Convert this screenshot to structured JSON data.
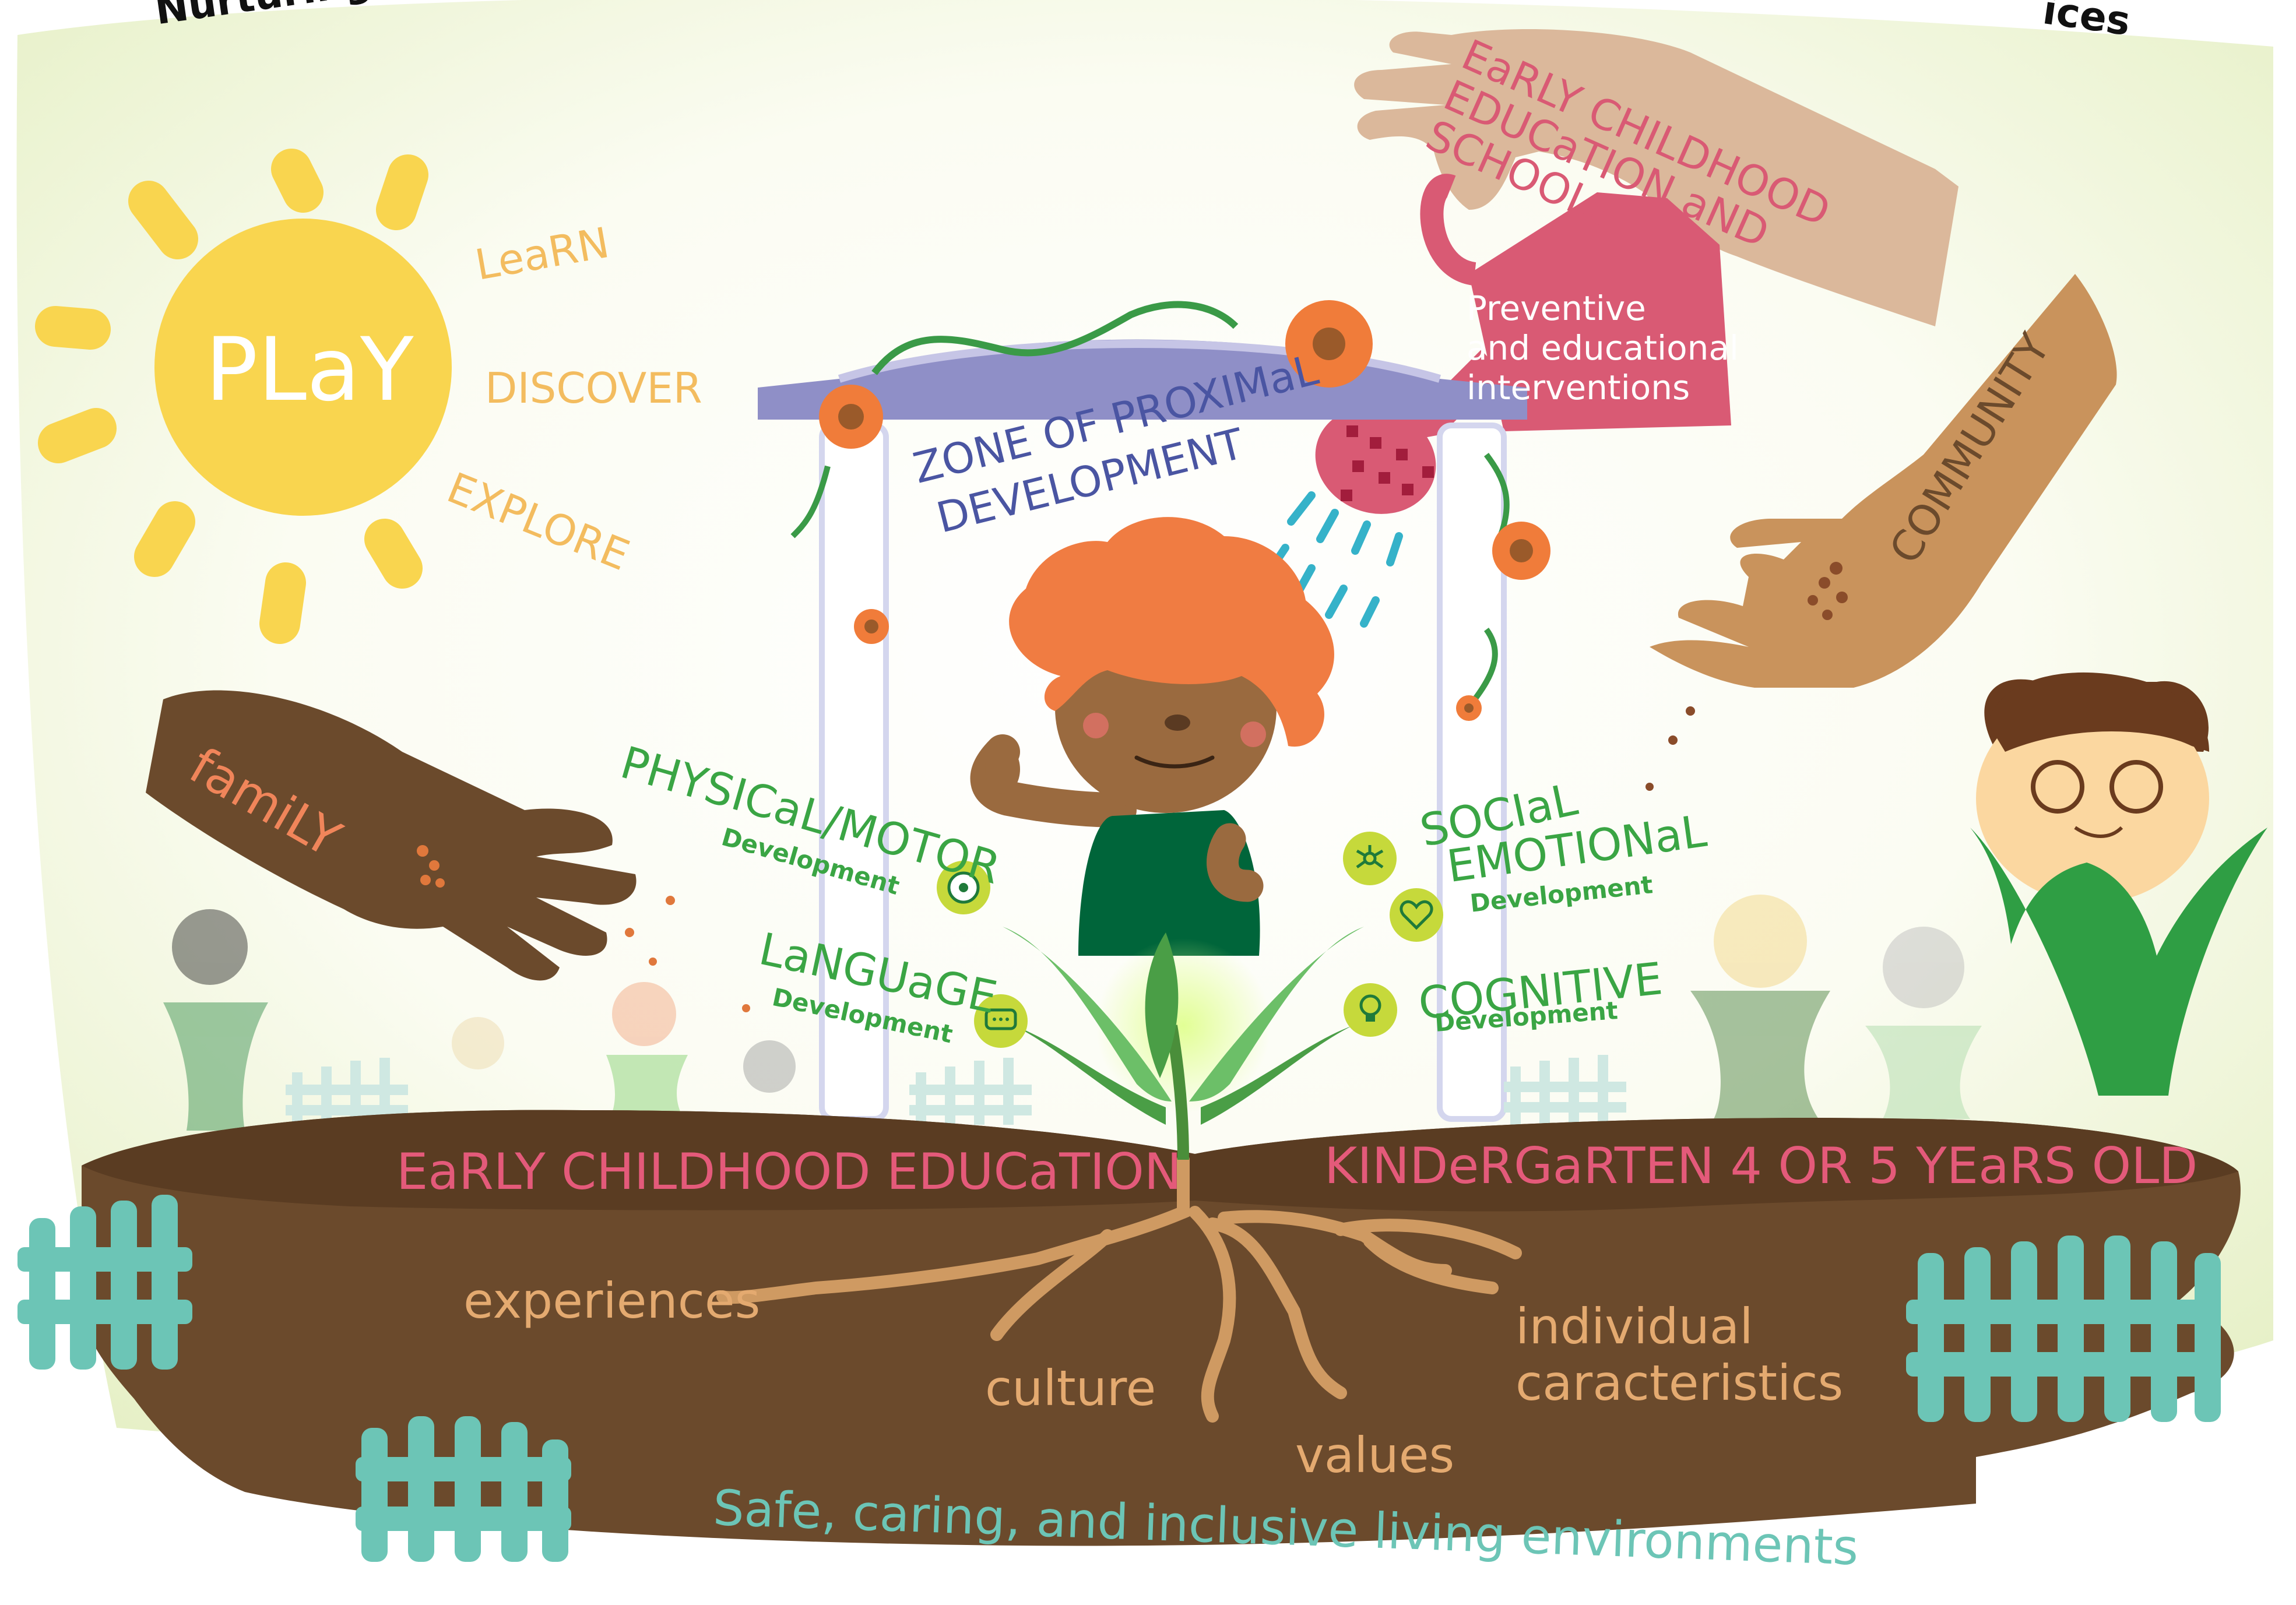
{
  "header": {
    "title_left": "Nurturing",
    "title_right": "ices"
  },
  "sun": {
    "center_label": "PLaY",
    "rays_words": [
      "LeaRN",
      "DISCOVER",
      "EXPLORE"
    ]
  },
  "hands": {
    "family": "famiLY",
    "community": "COMMUNITY",
    "schools": "EaRLY CHILDHOOD EDUCaTION aND SCHOOLS"
  },
  "watering_can": {
    "text_lines": [
      "Preventive",
      "and educational",
      "interventions"
    ]
  },
  "arch": {
    "title_lines": [
      "ZONE OF PROXIMaL",
      "DEVELOPMENT"
    ]
  },
  "development_areas": [
    {
      "title": "PHYSICaL/MOTOR",
      "subtitle": "Development",
      "icon": "soccer-ball-icon"
    },
    {
      "title": "LaNGUaGE",
      "subtitle": "Development",
      "icon": "speech-bubble-icon"
    },
    {
      "title_lines": [
        "SOCIaL",
        "EMOTIONaL"
      ],
      "subtitle": "Development",
      "icons": [
        "network-icon",
        "heart-icon"
      ]
    },
    {
      "title": "COGNITIVE",
      "subtitle": "Development",
      "icon": "lightbulb-icon"
    }
  ],
  "soil": {
    "stage_left": "EaRLY CHILDHOOD EDUCaTION",
    "stage_right": "KINDeRGaRTEN 4 OR 5 YEaRS OLD",
    "roots": [
      "experiences",
      "culture",
      "values",
      "individual caracteristics"
    ],
    "bottom": "Safe, caring, and inclusive living environments"
  },
  "colors": {
    "soil": "#6b4a2c",
    "sun": "#f9d54f",
    "pink": "#d95a74",
    "green_text": "#3aa544",
    "arch_text": "#4a55a2",
    "fence": "#6cc5b6",
    "root": "#cf9a62"
  }
}
